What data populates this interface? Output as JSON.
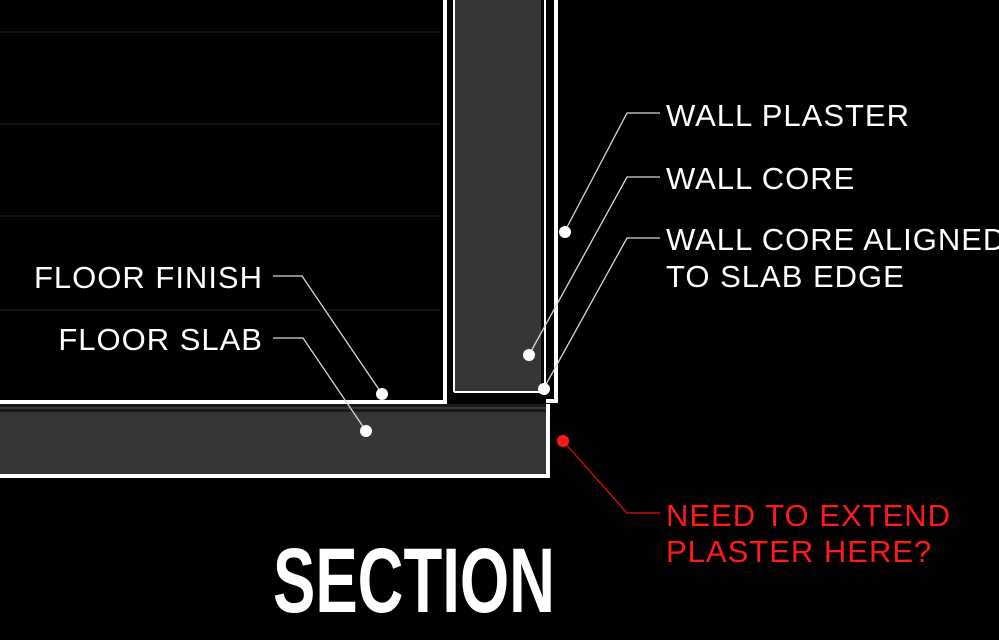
{
  "title": "SECTION",
  "labels": {
    "wall_plaster": "WALL PLASTER",
    "wall_core": "WALL CORE",
    "wall_core_aligned_1": "WALL CORE ALIGNED",
    "wall_core_aligned_2": "TO SLAB EDGE",
    "floor_finish": "FLOOR FINISH",
    "floor_slab": "FLOOR SLAB",
    "question_1": "NEED TO EXTEND",
    "question_2": "PLASTER HERE?"
  },
  "colors": {
    "background": "#000000",
    "linework": "#ffffff",
    "core_fill": "#363636",
    "question": "#ff1a1a"
  }
}
